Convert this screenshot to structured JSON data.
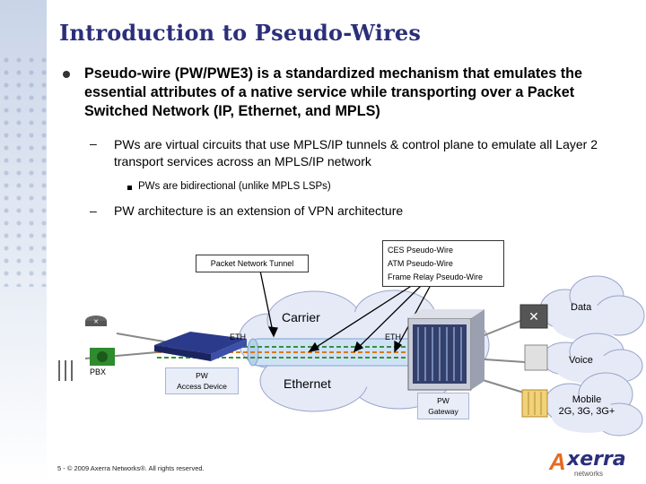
{
  "title": "Introduction to Pseudo-Wires",
  "main_bullet": "Pseudo-wire (PW/PWE3) is a standardized mechanism that emulates the essential attributes of a native service while transporting over a Packet Switched Network (IP, Ethernet, and MPLS)",
  "sub_bullets": [
    "PWs are virtual circuits that use MPLS/IP tunnels & control plane to emulate all Layer 2 transport services across an MPLS/IP network",
    "PWs are bidirectional (unlike MPLS LSPs)",
    "PW architecture is an extension of VPN architecture"
  ],
  "diagram": {
    "packet_tunnel": "Packet Network Tunnel",
    "pw_types": [
      "CES Pseudo-Wire",
      "ATM Pseudo-Wire",
      "Frame Relay Pseudo-Wire"
    ],
    "carrier": "Carrier",
    "ethernet": "Ethernet",
    "eth_left": "ETH",
    "eth_right": "ETH",
    "pbx": "PBX",
    "pw_access_device": [
      "PW",
      "Access Device"
    ],
    "pw_gateway": [
      "PW",
      "Gateway"
    ],
    "data": "Data",
    "voice": "Voice",
    "mobile": [
      "Mobile",
      "2G, 3G, 3G+"
    ]
  },
  "footer": "5 - © 2009  Axerra Networks®. All rights reserved.",
  "logo": {
    "text": "xerra",
    "sub": "networks"
  },
  "colors": {
    "title": "#2b2f7a",
    "accent_orange": "#e56b1f",
    "pipe_green": "#3a8f3a",
    "pipe_orange": "#d97a1a"
  }
}
